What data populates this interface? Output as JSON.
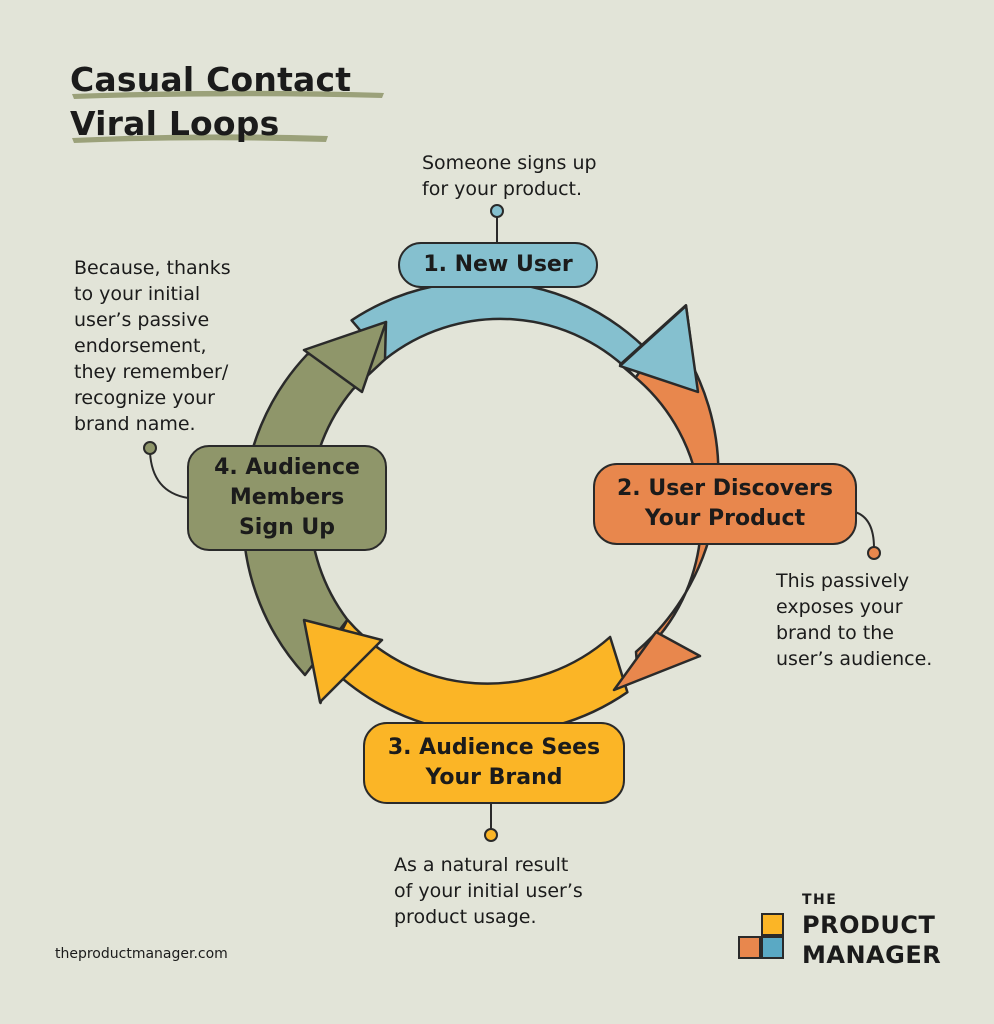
{
  "title": {
    "line1": "Casual Contact",
    "line2": "Viral Loops"
  },
  "steps": [
    {
      "number_label": "1. New User",
      "lines": [
        "1. New User"
      ],
      "color": "#85c0cf"
    },
    {
      "number_label": "2. User Discovers Your Product",
      "lines": [
        "2. User Discovers",
        "Your Product"
      ],
      "color": "#e8874d"
    },
    {
      "number_label": "3. Audience Sees Your Brand",
      "lines": [
        "3. Audience Sees",
        "Your Brand"
      ],
      "color": "#fbb526"
    },
    {
      "number_label": "4. Audience Members Sign Up",
      "lines": [
        "4. Audience",
        "Members",
        "Sign Up"
      ],
      "color": "#8f966a"
    }
  ],
  "notes": {
    "step1": [
      "Someone signs up",
      "for your product."
    ],
    "step2": [
      "This passively",
      "exposes your",
      "brand to the",
      "user’s audience."
    ],
    "step3": [
      "As a natural result",
      "of your initial user’s",
      "product usage."
    ],
    "step4": [
      "Because, thanks",
      "to your initial",
      "user’s passive",
      "endorsement,",
      "they remember/",
      "recognize your",
      "brand name."
    ]
  },
  "footer": {
    "url": "theproductmanager.com"
  },
  "logo": {
    "line1": "THE",
    "line2": "PRODUCT",
    "line3": "MANAGER",
    "colors": [
      "#fbb526",
      "#e8874d",
      "#5aa9c4"
    ]
  }
}
